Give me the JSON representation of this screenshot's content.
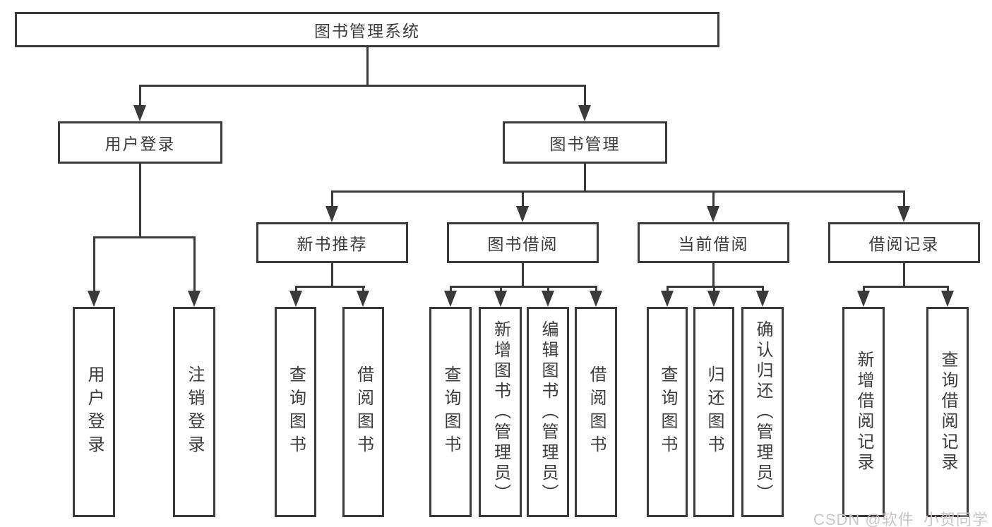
{
  "diagram": {
    "title": "图书管理系统",
    "colors": {
      "line": "#3a3a3a",
      "text": "#3c3c3c",
      "box_background": "#ffffff",
      "watermark": "#cbc7c6"
    },
    "nodes": {
      "root": {
        "label": "图书管理系统"
      },
      "user_login": {
        "label": "用户登录"
      },
      "book_mgmt": {
        "label": "图书管理"
      },
      "new_book_rec": {
        "label": "新书推荐"
      },
      "book_borrow": {
        "label": "图书借阅"
      },
      "current_borrow": {
        "label": "当前借阅"
      },
      "borrow_record": {
        "label": "借阅记录"
      },
      "leaf_user_login": {
        "label": "用户登录"
      },
      "leaf_logout": {
        "label": "注销登录"
      },
      "leaf_query_book_1": {
        "label": "查询图书"
      },
      "leaf_borrow_book_1": {
        "label": "借阅图书"
      },
      "leaf_query_book_2": {
        "label": "查询图书"
      },
      "leaf_add_book": {
        "label": "新增图书（管理员）"
      },
      "leaf_edit_book": {
        "label": "编辑图书（管理员）"
      },
      "leaf_borrow_book_2": {
        "label": "借阅图书"
      },
      "leaf_query_book_3": {
        "label": "查询图书"
      },
      "leaf_return_book": {
        "label": "归还图书"
      },
      "leaf_confirm_return": {
        "label": "确认归还（管理员）"
      },
      "leaf_add_record": {
        "label": "新增借阅记录"
      },
      "leaf_query_record": {
        "label": "查询借阅记录"
      }
    },
    "hierarchy": {
      "图书管理系统": {
        "用户登录": [
          "用户登录",
          "注销登录"
        ],
        "图书管理": {
          "新书推荐": [
            "查询图书",
            "借阅图书"
          ],
          "图书借阅": [
            "查询图书",
            "新增图书（管理员）",
            "编辑图书（管理员）",
            "借阅图书"
          ],
          "当前借阅": [
            "查询图书",
            "归还图书",
            "确认归还（管理员）"
          ],
          "借阅记录": [
            "新增借阅记录",
            "查询借阅记录"
          ]
        }
      }
    },
    "watermark": "CSDN @软件_小贺同学"
  }
}
